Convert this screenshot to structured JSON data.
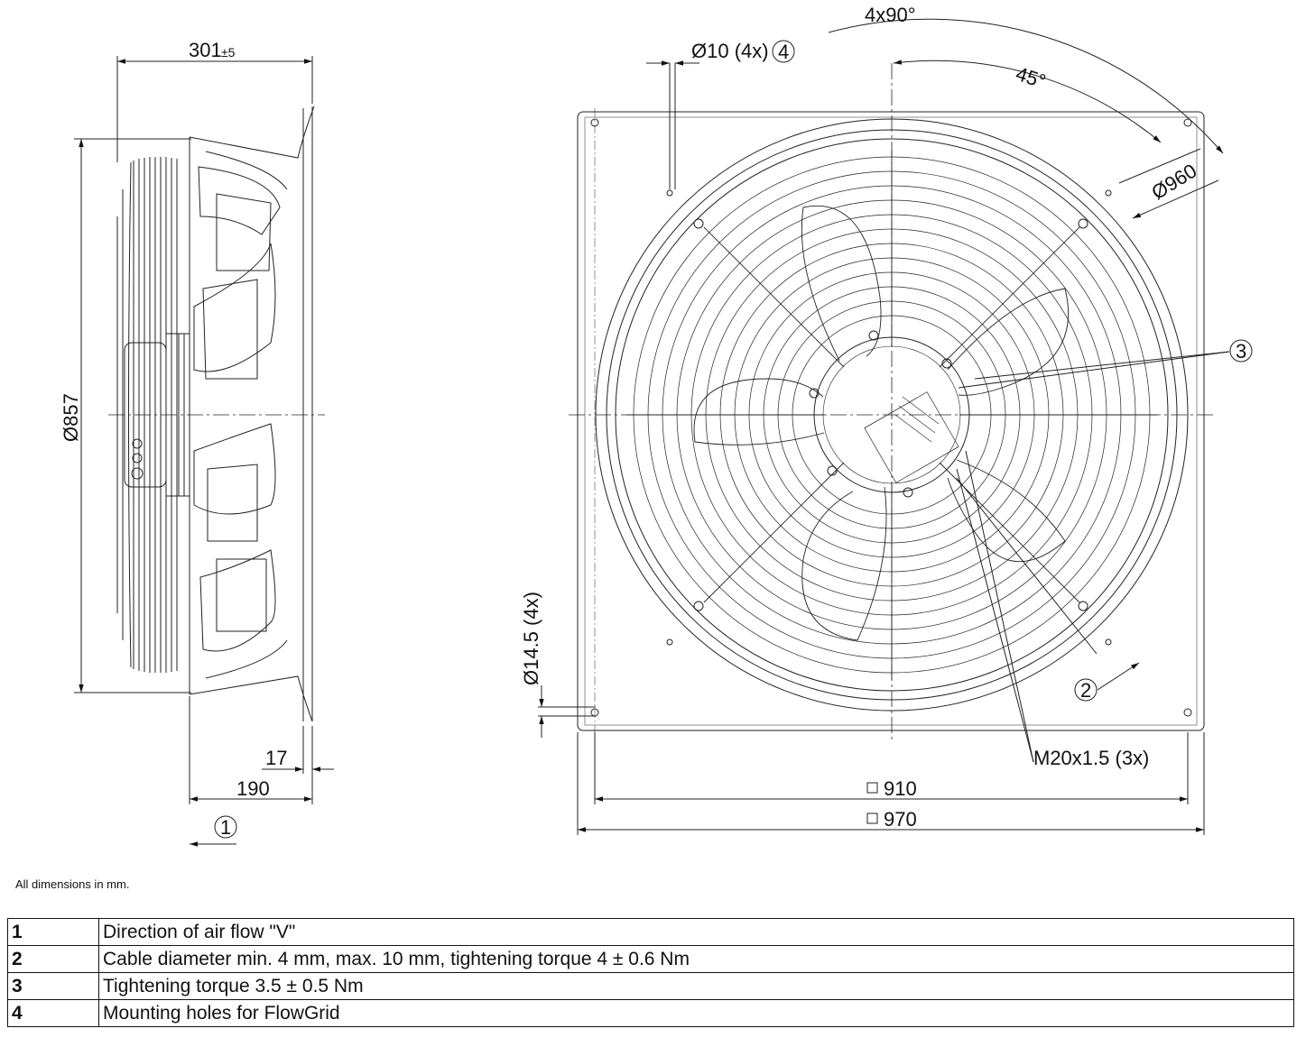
{
  "dimensions": {
    "depth": "301",
    "depth_tol": "±5",
    "dia_857": "Ø857",
    "d17": "17",
    "d190": "190",
    "holes_10": "Ø10 (4x)",
    "holes_145": "Ø14.5 (4x)",
    "angle_90": "4x90°",
    "angle_45": "45°",
    "dia_960": "Ø960",
    "thread": "M20x1.5 (3x)",
    "sq_910": "910",
    "sq_970": "970"
  },
  "callouts": [
    "1",
    "2",
    "3",
    "4"
  ],
  "note": "All dimensions in mm.",
  "legend": [
    {
      "key": "1",
      "text": "Direction of air flow \"V\""
    },
    {
      "key": "2",
      "text": "Cable diameter min. 4 mm, max. 10 mm, tightening torque 4 ± 0.6 Nm"
    },
    {
      "key": "3",
      "text": "Tightening torque 3.5 ± 0.5 Nm"
    },
    {
      "key": "4",
      "text": "Mounting holes for FlowGrid"
    }
  ]
}
